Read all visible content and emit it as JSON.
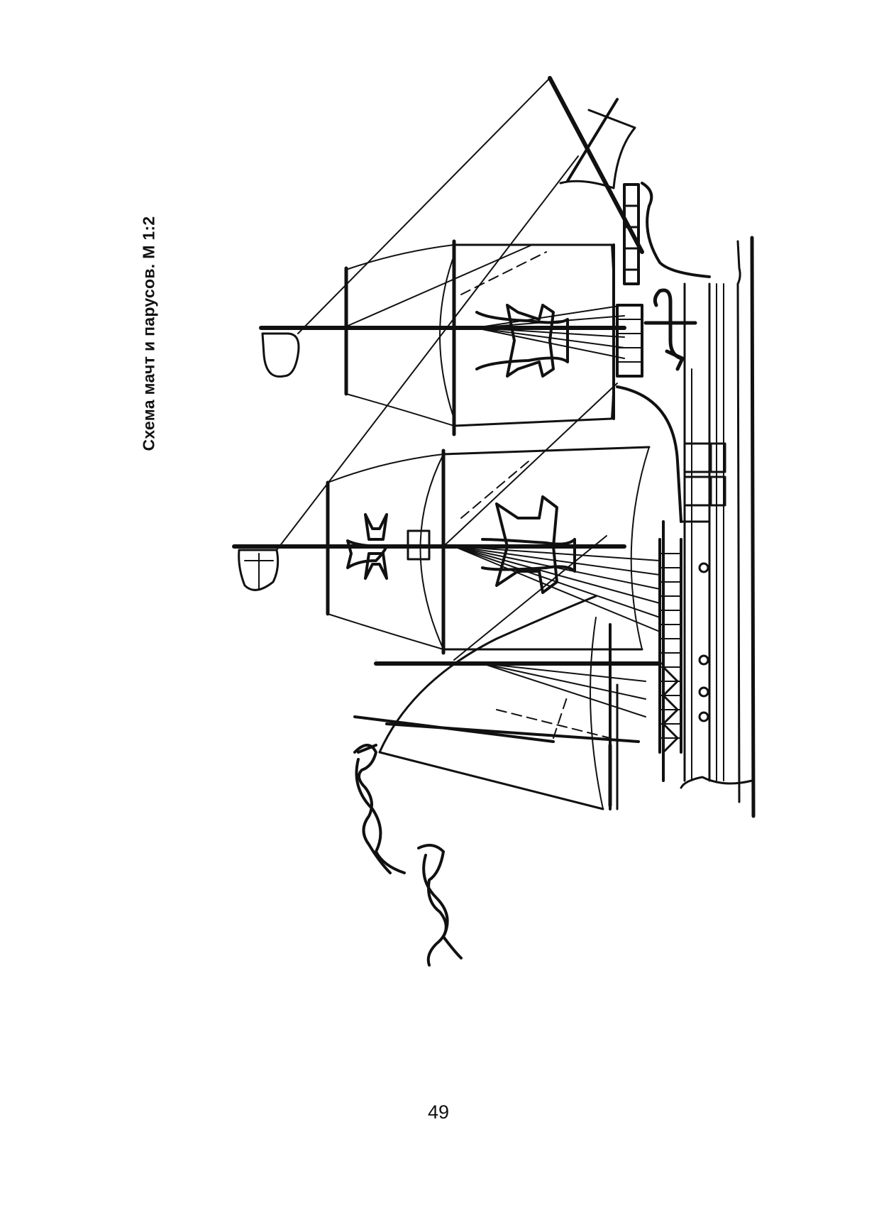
{
  "caption": "Схема мачт и парусов. М 1:2",
  "page_number": "49",
  "figure": {
    "line_color": "#111111",
    "background": "#ffffff",
    "cross_emblems": 4,
    "flags": 2,
    "pennants": 2,
    "anchor_icon": "anchor-icon"
  }
}
